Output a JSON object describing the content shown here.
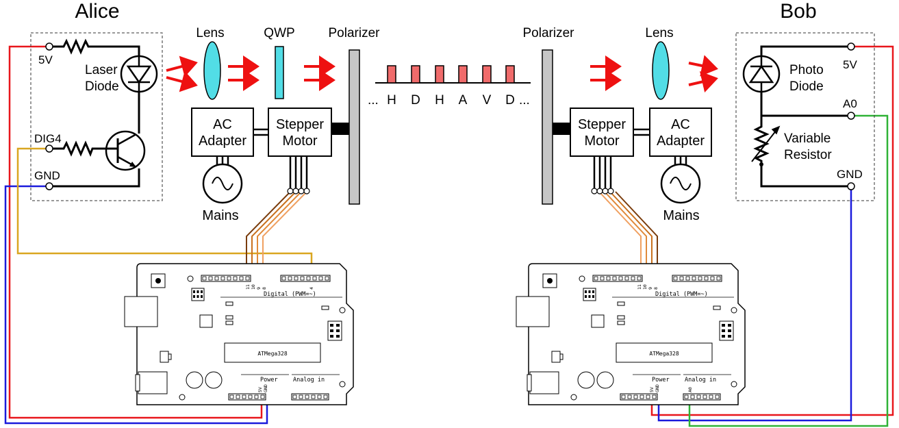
{
  "colors": {
    "red_wire": "#e8161b",
    "blue_wire": "#1a1adc",
    "green_wire": "#2fb236",
    "yellow_wire": "#d9a620",
    "brown_wire": "#7a3c0c",
    "orange_wire": "#c9701c",
    "light_orange_wire": "#f0a060",
    "laser_beam": "#ee1111",
    "lens_fill": "#52dde6",
    "pulse_fill": "#f06b6b",
    "polarizer_fill": "#c6c6c6"
  },
  "alice": {
    "title": "Alice",
    "pins": {
      "five_v": "5V",
      "dig4": "DIG4",
      "gnd": "GND"
    },
    "laser_label": [
      "Laser",
      "Diode"
    ],
    "lens": "Lens",
    "qwp": "QWP",
    "polarizer": "Polarizer",
    "ac_adapter": [
      "AC",
      "Adapter"
    ],
    "stepper": [
      "Stepper",
      "Motor"
    ],
    "mains": "Mains"
  },
  "bob": {
    "title": "Bob",
    "pins": {
      "five_v": "5V",
      "a0": "A0",
      "gnd": "GND"
    },
    "photo_label": [
      "Photo",
      "Diode"
    ],
    "resistor_label": [
      "Variable",
      "Resistor"
    ],
    "lens": "Lens",
    "polarizer": "Polarizer",
    "ac_adapter": [
      "AC",
      "Adapter"
    ],
    "stepper": [
      "Stepper",
      "Motor"
    ],
    "mains": "Mains"
  },
  "channel": {
    "leading": "...",
    "symbols": [
      "H",
      "D",
      "H",
      "A",
      "V",
      "D"
    ],
    "trailing": "..."
  },
  "arduino": {
    "digital_label": "Digital (PWM=~)",
    "chip_label": "ATMega328",
    "power_label": "Power",
    "analog_label": "Analog in",
    "alice_digital_pins": [
      "11",
      "10",
      "9",
      "8",
      "4"
    ],
    "bob_digital_pins": [
      "11",
      "10",
      "9",
      "8"
    ],
    "alice_power_pins": [
      "5V",
      "GND"
    ],
    "bob_power_pins": [
      "5V",
      "GND"
    ],
    "bob_analog_pin": "A0"
  }
}
